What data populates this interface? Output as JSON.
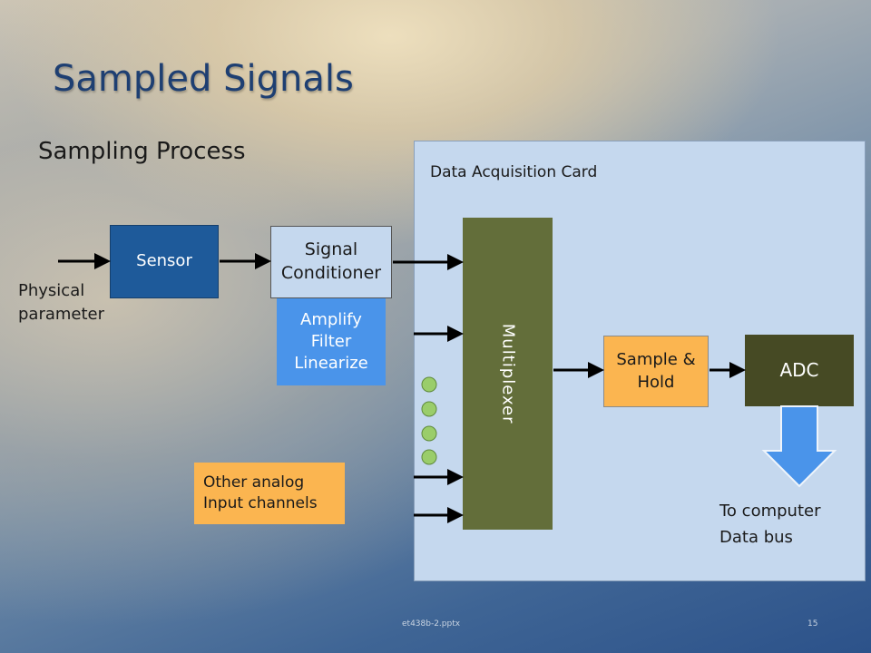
{
  "title": "Sampled Signals",
  "subtitle": "Sampling Process",
  "daq_card": {
    "label": "Data Acquisition Card"
  },
  "blocks": {
    "sensor": "Sensor",
    "signal_conditioner": "Signal\nConditioner",
    "conditioner_functions": "Amplify\nFilter\nLinearize",
    "multiplexer": "Multiplexer",
    "sample_hold": "Sample &\nHold",
    "adc": "ADC",
    "other_inputs": "Other analog\nInput channels"
  },
  "labels": {
    "physical_parameter": "Physical\nparameter",
    "computer_bus": "To computer\nData bus"
  },
  "colors": {
    "title": "#1e3f72",
    "sensor": "#1e5a9a",
    "amplify": "#4a94ea",
    "multiplexer": "#636e3a",
    "sample_hold": "#fbb550",
    "adc": "#464a24",
    "card": "#c5d8ee",
    "output_arrow": "#4a94ea",
    "channel_dots": "#9acd6a"
  },
  "footer": {
    "file": "et438b-2.pptx",
    "page": "15"
  }
}
